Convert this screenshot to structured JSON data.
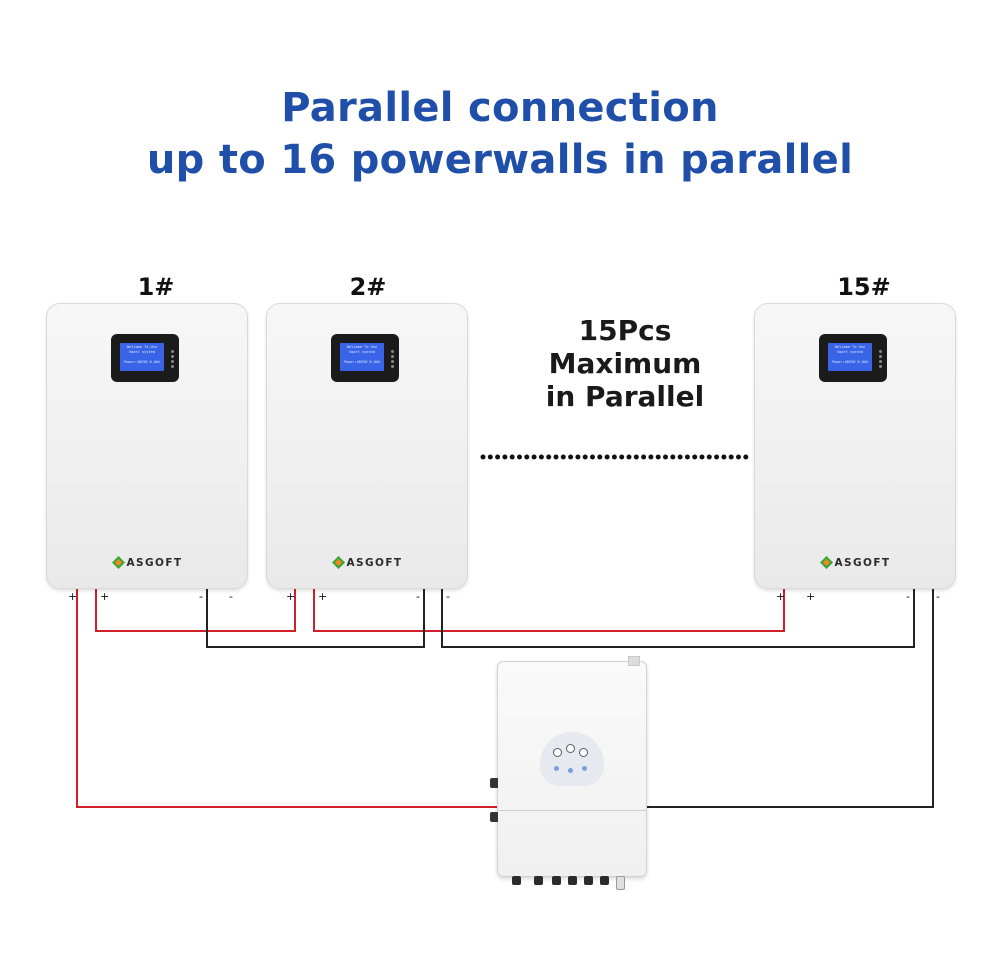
{
  "title": {
    "line1": "Parallel connection",
    "line2": "up to 16 powerwalls in parallel"
  },
  "units": [
    {
      "label": "1#",
      "lcd_line1": "Welcome To Use",
      "lcd_line2": "Smart system",
      "lcd_line3": "Power:48V50 0.0Ah",
      "brand": "ASGOFT"
    },
    {
      "label": "2#",
      "lcd_line1": "Welcome To Use",
      "lcd_line2": "Smart system",
      "lcd_line3": "Power:48V50 0.0Ah",
      "brand": "ASGOFT"
    },
    {
      "label": "15#",
      "lcd_line1": "Welcome To Use",
      "lcd_line2": "Smart system",
      "lcd_line3": "Power:48V50 0.0Ah",
      "brand": "ASGOFT"
    }
  ],
  "max_note": {
    "line1": "15Pcs",
    "line2": "Maximum",
    "line3": "in Parallel"
  },
  "terminals": {
    "plus": "+",
    "minus": "-"
  },
  "colors": {
    "title": "#1f4fa8",
    "positive_wire": "#d0202a",
    "negative_wire": "#222222",
    "lcd": "#3a64e8",
    "brand_green": "#3aa63a",
    "brand_orange": "#f08a1c"
  }
}
